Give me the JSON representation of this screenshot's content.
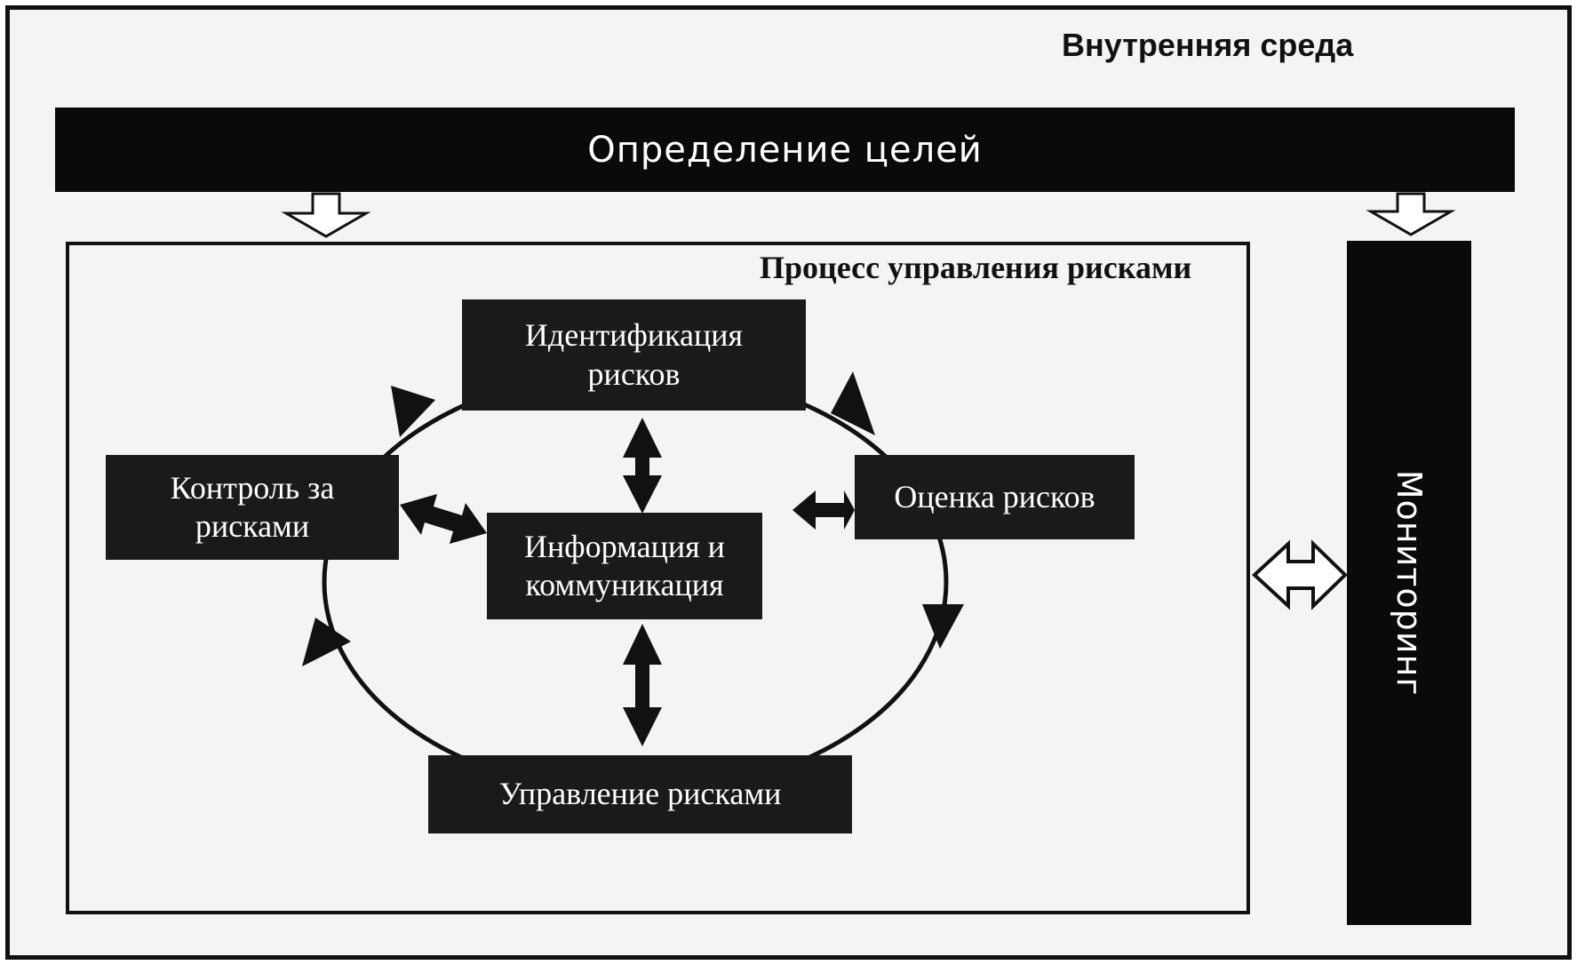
{
  "environment": {
    "title": "Внутренняя среда"
  },
  "goals": {
    "label": "Определение целей"
  },
  "monitoring": {
    "label": "Мониторинг"
  },
  "process": {
    "title": "Процесс управления рисками",
    "nodes": {
      "identification": {
        "line1": "Идентификация",
        "line2": "рисков"
      },
      "assessment": {
        "line1": "Оценка рисков"
      },
      "control": {
        "line1": "Контроль за",
        "line2": "рисками"
      },
      "information": {
        "line1": "Информация и",
        "line2": "коммуникация"
      },
      "management": {
        "line1": "Управление рисками"
      }
    }
  },
  "colors": {
    "dark": "#0a0a0a",
    "node": "#1a1a1a",
    "background": "#f4f4f4"
  }
}
